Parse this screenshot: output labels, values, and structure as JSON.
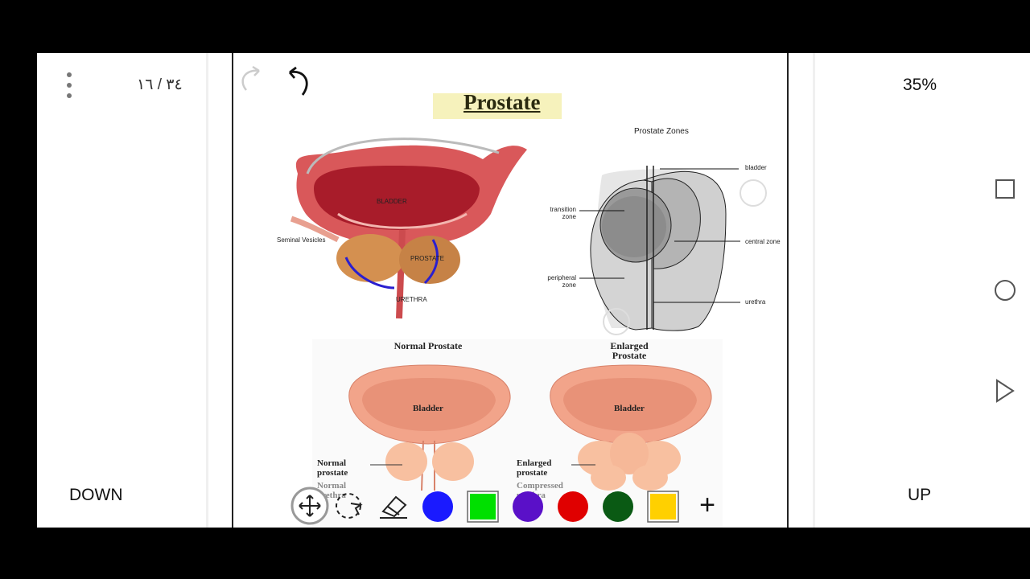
{
  "app": {
    "page_counter": "٣٤ / ١٦",
    "zoom": "35%",
    "down_label": "DOWN",
    "up_label": "UP"
  },
  "document": {
    "title": "Prostate",
    "figure1_labels": {
      "bladder": "BLADDER",
      "seminal_vesicles": "Seminal Vesicles",
      "prostate": "PROSTATE",
      "urethra": "URETHRA"
    },
    "figure2": {
      "title": "Prostate Zones",
      "bladder": "bladder",
      "transition_zone": "transition zone",
      "central_zone": "central zone",
      "peripheral_zone": "peripheral zone",
      "urethra": "urethra"
    },
    "figure3": {
      "normal_title": "Normal Prostate",
      "enlarged_title": "Enlarged Prostate",
      "bladder": "Bladder",
      "normal_prostate": "Normal prostate",
      "normal_urethra": "Normal urethra",
      "enlarged_prostate": "Enlarged prostate",
      "compressed_urethra": "Compressed urethra"
    }
  },
  "toolbar": {
    "tools": [
      "move-tool",
      "lasso-tool",
      "eraser-tool"
    ],
    "colors": [
      "#1a1aff",
      "#00e000",
      "#5a10c8",
      "#e00000",
      "#0a5a14",
      "#ffd000"
    ],
    "add_label": "+"
  },
  "nav": [
    "recents-square",
    "home-circle",
    "back-triangle"
  ]
}
